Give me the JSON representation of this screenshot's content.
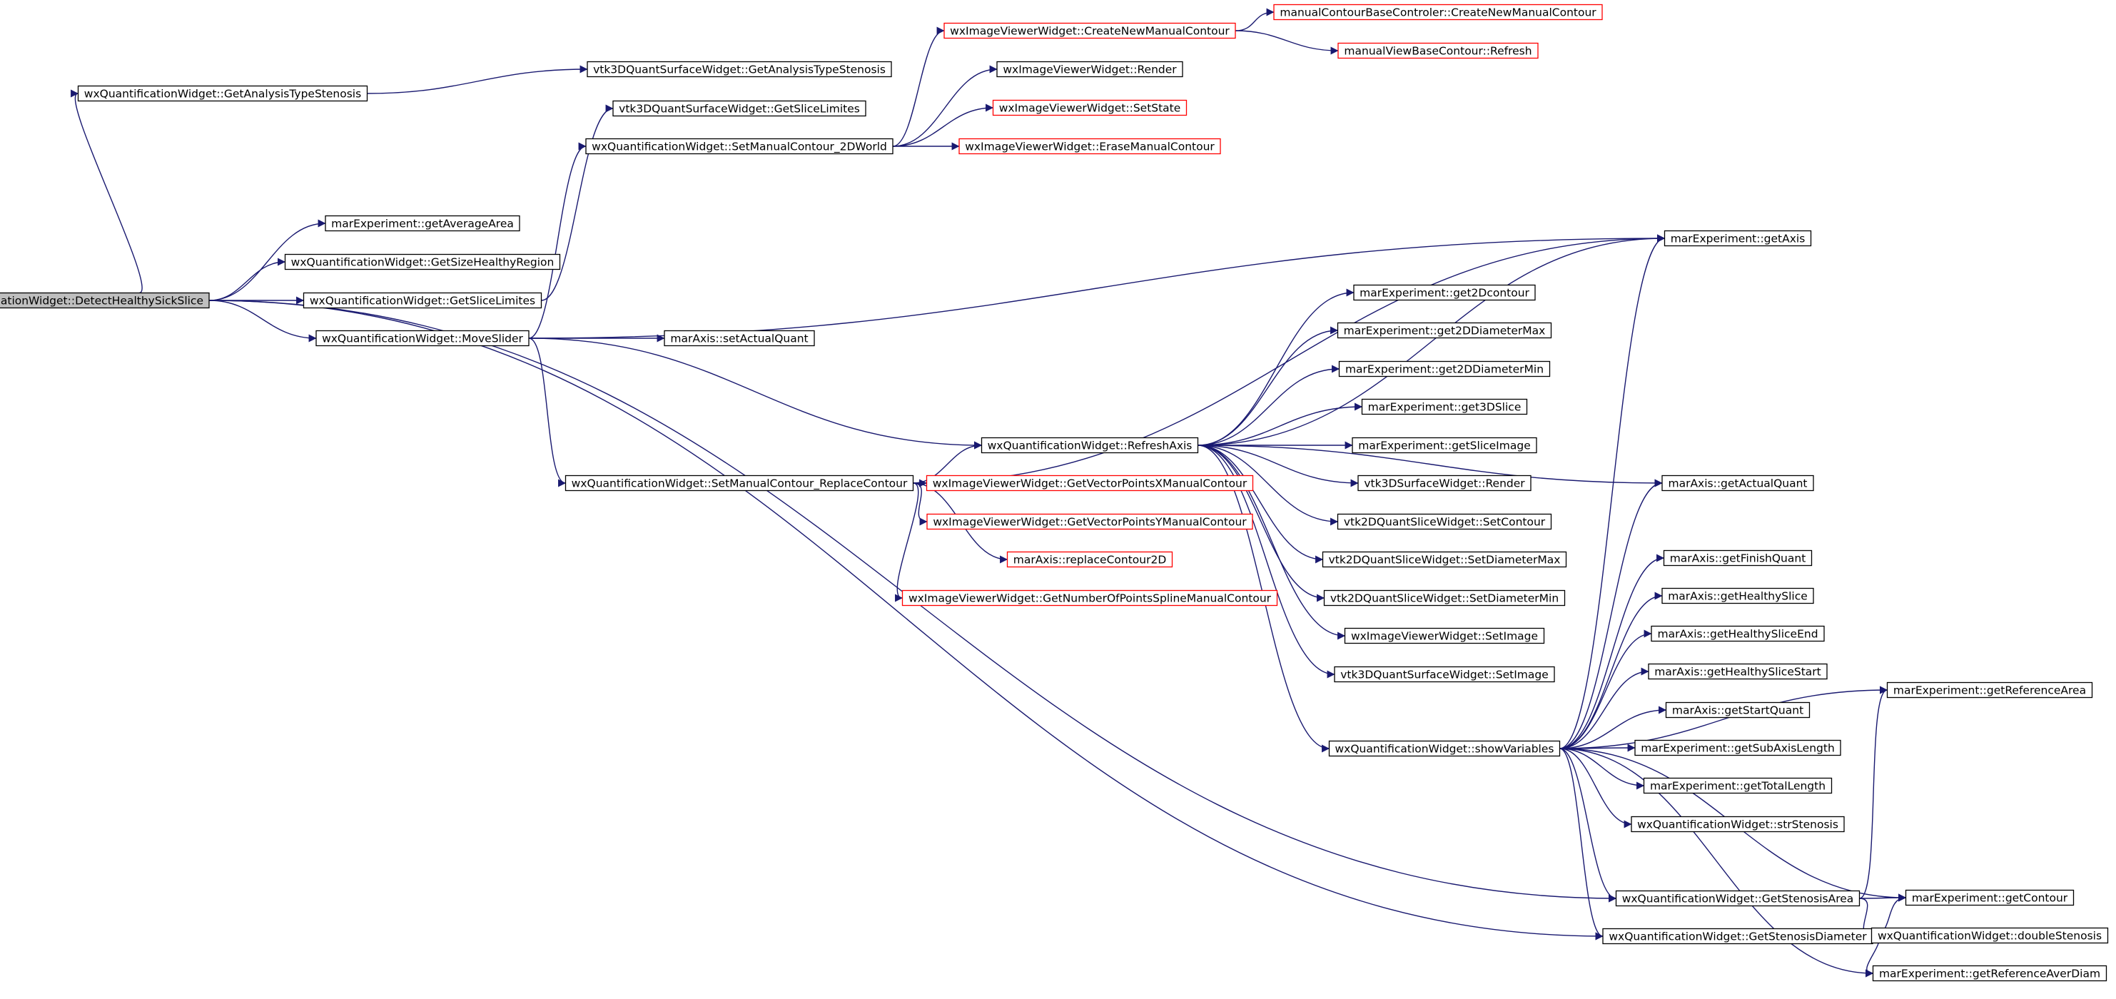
{
  "title": "",
  "colors": {
    "edge": "#191970",
    "node_border": "#000000",
    "node_border_truncated": "#ff0000",
    "root_fill": "#bfbfbf",
    "node_fill": "#ffffff"
  },
  "nodes": [
    {
      "id": "root",
      "label": "wxQuantificationWidget::DetectHealthySickSlice",
      "kind": "root"
    },
    {
      "id": "getAnalysisTypeStenosis",
      "label": "wxQuantificationWidget::GetAnalysisTypeStenosis",
      "kind": "normal"
    },
    {
      "id": "vtk3dGetAnalysisTypeStenosis",
      "label": "vtk3DQuantSurfaceWidget::GetAnalysisTypeStenosis",
      "kind": "normal"
    },
    {
      "id": "vtk3dGetSliceLimites",
      "label": "vtk3DQuantSurfaceWidget::GetSliceLimites",
      "kind": "normal"
    },
    {
      "id": "setManualContour2DWorld",
      "label": "wxQuantificationWidget::SetManualContour_2DWorld",
      "kind": "normal"
    },
    {
      "id": "createNewManualContour",
      "label": "wxImageViewerWidget::CreateNewManualContour",
      "kind": "truncated"
    },
    {
      "id": "manualContourBaseCreate",
      "label": "manualContourBaseControler::CreateNewManualContour",
      "kind": "truncated"
    },
    {
      "id": "manualViewBaseContourRefresh",
      "label": "manualViewBaseContour::Refresh",
      "kind": "truncated"
    },
    {
      "id": "viewerRender",
      "label": "wxImageViewerWidget::Render",
      "kind": "normal"
    },
    {
      "id": "viewerSetState",
      "label": "wxImageViewerWidget::SetState",
      "kind": "truncated"
    },
    {
      "id": "viewerEraseManualContour",
      "label": "wxImageViewerWidget::EraseManualContour",
      "kind": "truncated"
    },
    {
      "id": "getAverageArea",
      "label": "marExperiment::getAverageArea",
      "kind": "normal"
    },
    {
      "id": "getSizeHealthyRegion",
      "label": "wxQuantificationWidget::GetSizeHealthyRegion",
      "kind": "normal"
    },
    {
      "id": "getSliceLimites",
      "label": "wxQuantificationWidget::GetSliceLimites",
      "kind": "normal"
    },
    {
      "id": "moveSlider",
      "label": "wxQuantificationWidget::MoveSlider",
      "kind": "normal"
    },
    {
      "id": "setActualQuant",
      "label": "marAxis::setActualQuant",
      "kind": "normal"
    },
    {
      "id": "getAxis",
      "label": "marExperiment::getAxis",
      "kind": "normal"
    },
    {
      "id": "get2Dcontour",
      "label": "marExperiment::get2Dcontour",
      "kind": "normal"
    },
    {
      "id": "get2DDiameterMax",
      "label": "marExperiment::get2DDiameterMax",
      "kind": "normal"
    },
    {
      "id": "get2DDiameterMin",
      "label": "marExperiment::get2DDiameterMin",
      "kind": "normal"
    },
    {
      "id": "get3DSlice",
      "label": "marExperiment::get3DSlice",
      "kind": "normal"
    },
    {
      "id": "getSliceImage",
      "label": "marExperiment::getSliceImage",
      "kind": "normal"
    },
    {
      "id": "vtk3DSurfaceRender",
      "label": "vtk3DSurfaceWidget::Render",
      "kind": "normal"
    },
    {
      "id": "vtk2DSetContour",
      "label": "vtk2DQuantSliceWidget::SetContour",
      "kind": "normal"
    },
    {
      "id": "vtk2DSetDiameterMax",
      "label": "vtk2DQuantSliceWidget::SetDiameterMax",
      "kind": "normal"
    },
    {
      "id": "vtk2DSetDiameterMin",
      "label": "vtk2DQuantSliceWidget::SetDiameterMin",
      "kind": "normal"
    },
    {
      "id": "viewerSetImage",
      "label": "wxImageViewerWidget::SetImage",
      "kind": "normal"
    },
    {
      "id": "vtk3DQuantSetImage",
      "label": "vtk3DQuantSurfaceWidget::SetImage",
      "kind": "normal"
    },
    {
      "id": "refreshAxis",
      "label": "wxQuantificationWidget::RefreshAxis",
      "kind": "normal"
    },
    {
      "id": "setManualContourReplace",
      "label": "wxQuantificationWidget::SetManualContour_ReplaceContour",
      "kind": "normal"
    },
    {
      "id": "getVectorPointsX",
      "label": "wxImageViewerWidget::GetVectorPointsXManualContour",
      "kind": "truncated"
    },
    {
      "id": "getVectorPointsY",
      "label": "wxImageViewerWidget::GetVectorPointsYManualContour",
      "kind": "truncated"
    },
    {
      "id": "replaceContour2D",
      "label": "marAxis::replaceContour2D",
      "kind": "truncated"
    },
    {
      "id": "getNumberOfPoints",
      "label": "wxImageViewerWidget::GetNumberOfPointsSplineManualContour",
      "kind": "truncated"
    },
    {
      "id": "showVariables",
      "label": "wxQuantificationWidget::showVariables",
      "kind": "normal"
    },
    {
      "id": "getActualQuant",
      "label": "marAxis::getActualQuant",
      "kind": "normal"
    },
    {
      "id": "getFinishQuant",
      "label": "marAxis::getFinishQuant",
      "kind": "normal"
    },
    {
      "id": "getHealthySlice",
      "label": "marAxis::getHealthySlice",
      "kind": "normal"
    },
    {
      "id": "getHealthySliceEnd",
      "label": "marAxis::getHealthySliceEnd",
      "kind": "normal"
    },
    {
      "id": "getHealthySliceStart",
      "label": "marAxis::getHealthySliceStart",
      "kind": "normal"
    },
    {
      "id": "getStartQuant",
      "label": "marAxis::getStartQuant",
      "kind": "normal"
    },
    {
      "id": "getSubAxisLength",
      "label": "marExperiment::getSubAxisLength",
      "kind": "normal"
    },
    {
      "id": "getTotalLength",
      "label": "marExperiment::getTotalLength",
      "kind": "normal"
    },
    {
      "id": "strStenosis",
      "label": "wxQuantificationWidget::strStenosis",
      "kind": "normal"
    },
    {
      "id": "getReferenceArea",
      "label": "marExperiment::getReferenceArea",
      "kind": "normal"
    },
    {
      "id": "getStenosisArea",
      "label": "wxQuantificationWidget::GetStenosisArea",
      "kind": "normal"
    },
    {
      "id": "getContour",
      "label": "marExperiment::getContour",
      "kind": "normal"
    },
    {
      "id": "getStenosisDiameter",
      "label": "wxQuantificationWidget::GetStenosisDiameter",
      "kind": "normal"
    },
    {
      "id": "doubleStenosis",
      "label": "wxQuantificationWidget::doubleStenosis",
      "kind": "normal"
    },
    {
      "id": "getReferenceAverDiam",
      "label": "marExperiment::getReferenceAverDiam",
      "kind": "normal"
    }
  ],
  "edges": [
    [
      "root",
      "getAnalysisTypeStenosis"
    ],
    [
      "root",
      "getAverageArea"
    ],
    [
      "root",
      "getSizeHealthyRegion"
    ],
    [
      "root",
      "getSliceLimites"
    ],
    [
      "root",
      "moveSlider"
    ],
    [
      "root",
      "getStenosisArea"
    ],
    [
      "root",
      "getStenosisDiameter"
    ],
    [
      "getAnalysisTypeStenosis",
      "vtk3dGetAnalysisTypeStenosis"
    ],
    [
      "getSliceLimites",
      "vtk3dGetSliceLimites"
    ],
    [
      "moveSlider",
      "setManualContour2DWorld"
    ],
    [
      "moveSlider",
      "setActualQuant"
    ],
    [
      "moveSlider",
      "getAxis"
    ],
    [
      "moveSlider",
      "refreshAxis"
    ],
    [
      "moveSlider",
      "setManualContourReplace"
    ],
    [
      "setManualContour2DWorld",
      "createNewManualContour"
    ],
    [
      "setManualContour2DWorld",
      "viewerRender"
    ],
    [
      "setManualContour2DWorld",
      "viewerSetState"
    ],
    [
      "setManualContour2DWorld",
      "viewerEraseManualContour"
    ],
    [
      "createNewManualContour",
      "manualContourBaseCreate"
    ],
    [
      "createNewManualContour",
      "manualViewBaseContourRefresh"
    ],
    [
      "setManualContourReplace",
      "getAxis"
    ],
    [
      "setManualContourReplace",
      "refreshAxis"
    ],
    [
      "setManualContourReplace",
      "getVectorPointsX"
    ],
    [
      "setManualContourReplace",
      "getVectorPointsY"
    ],
    [
      "setManualContourReplace",
      "replaceContour2D"
    ],
    [
      "setManualContourReplace",
      "getNumberOfPoints"
    ],
    [
      "refreshAxis",
      "getAxis"
    ],
    [
      "refreshAxis",
      "get2Dcontour"
    ],
    [
      "refreshAxis",
      "get2DDiameterMax"
    ],
    [
      "refreshAxis",
      "get2DDiameterMin"
    ],
    [
      "refreshAxis",
      "get3DSlice"
    ],
    [
      "refreshAxis",
      "getSliceImage"
    ],
    [
      "refreshAxis",
      "vtk3DSurfaceRender"
    ],
    [
      "refreshAxis",
      "vtk2DSetContour"
    ],
    [
      "refreshAxis",
      "vtk2DSetDiameterMax"
    ],
    [
      "refreshAxis",
      "vtk2DSetDiameterMin"
    ],
    [
      "refreshAxis",
      "viewerSetImage"
    ],
    [
      "refreshAxis",
      "vtk3DQuantSetImage"
    ],
    [
      "refreshAxis",
      "showVariables"
    ],
    [
      "refreshAxis",
      "getActualQuant"
    ],
    [
      "showVariables",
      "getAxis"
    ],
    [
      "showVariables",
      "getActualQuant"
    ],
    [
      "showVariables",
      "getFinishQuant"
    ],
    [
      "showVariables",
      "getHealthySlice"
    ],
    [
      "showVariables",
      "getHealthySliceEnd"
    ],
    [
      "showVariables",
      "getHealthySliceStart"
    ],
    [
      "showVariables",
      "getStartQuant"
    ],
    [
      "showVariables",
      "getSubAxisLength"
    ],
    [
      "showVariables",
      "getTotalLength"
    ],
    [
      "showVariables",
      "strStenosis"
    ],
    [
      "showVariables",
      "getReferenceArea"
    ],
    [
      "showVariables",
      "getStenosisArea"
    ],
    [
      "showVariables",
      "getContour"
    ],
    [
      "showVariables",
      "getStenosisDiameter"
    ],
    [
      "showVariables",
      "getReferenceAverDiam"
    ],
    [
      "getStenosisArea",
      "getContour"
    ],
    [
      "getStenosisArea",
      "getReferenceArea"
    ],
    [
      "getStenosisArea",
      "doubleStenosis"
    ],
    [
      "getStenosisDiameter",
      "getContour"
    ],
    [
      "getStenosisDiameter",
      "doubleStenosis"
    ],
    [
      "getStenosisDiameter",
      "getReferenceAverDiam"
    ]
  ]
}
